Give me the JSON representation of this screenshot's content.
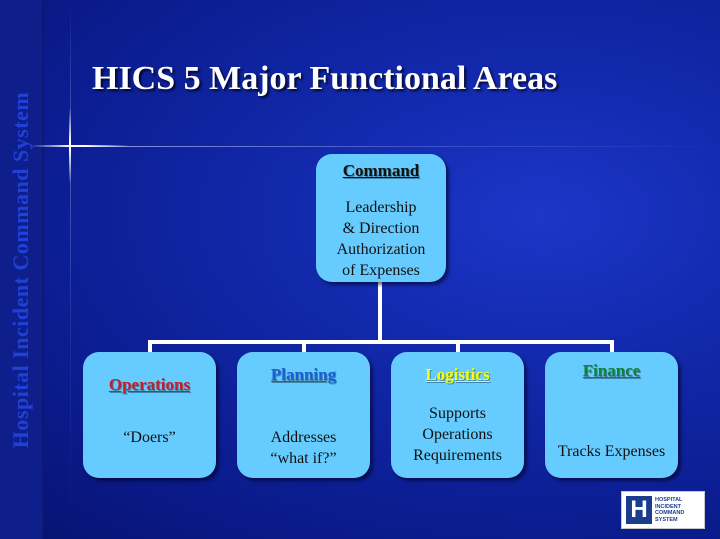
{
  "sidebar": {
    "text": "Hospital Incident Command System"
  },
  "title": "HICS 5 Major Functional Areas",
  "command": {
    "title": "Command",
    "lines": [
      "Leadership",
      "& Direction",
      "Authorization",
      "of Expenses"
    ]
  },
  "areas": [
    {
      "title": "Operations",
      "title_color": "#c0202a",
      "lines": [
        "“Doers”"
      ]
    },
    {
      "title": "Planning",
      "title_color": "#1b5fd0",
      "lines": [
        "Addresses",
        "“what if?”"
      ]
    },
    {
      "title": "Logistics",
      "title_color": "#ffff00",
      "lines": [
        "Supports",
        "Operations",
        "Requirements"
      ]
    },
    {
      "title": "Finance",
      "title_color": "#14803a",
      "lines": [
        "Tracks Expenses"
      ]
    }
  ],
  "logo": {
    "letter": "H",
    "lines": [
      "HOSPITAL",
      "INCIDENT",
      "COMMAND",
      "SYSTEM"
    ]
  },
  "colors": {
    "box_fill": "#66ccff",
    "background": "#0a1a8e",
    "connector": "#ffffff"
  }
}
